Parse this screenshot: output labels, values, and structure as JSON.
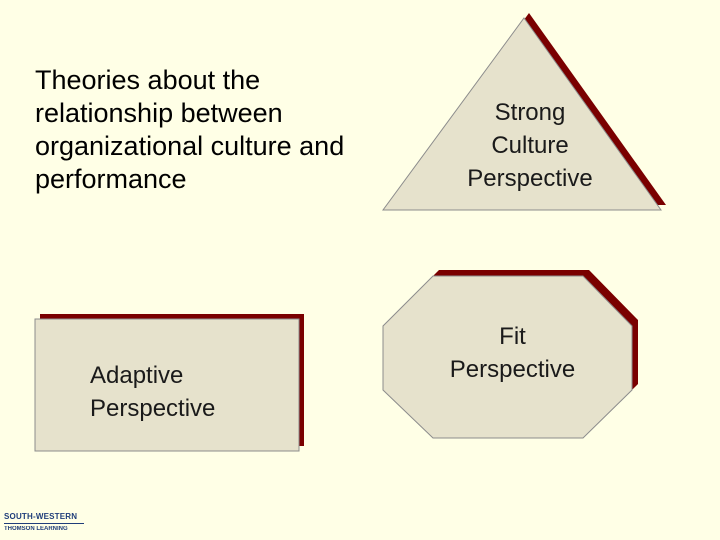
{
  "heading": "Theories about the relationship between organizational culture and performance",
  "shapes": {
    "strong": {
      "line1": "Strong",
      "line2": "Culture",
      "line3": "Perspective"
    },
    "fit": {
      "line1": "Fit",
      "line2": "Perspective"
    },
    "adaptive": {
      "line1": "Adaptive",
      "line2": "Perspective"
    }
  },
  "logo": {
    "line1": "SOUTH-WESTERN",
    "line2": "THOMSON LEARNING"
  },
  "colors": {
    "background": "#FFFFE6",
    "shape_fill": "#E6E2CC",
    "shape_shadow": "#7A0000",
    "shape_border": "#8C8C8C"
  }
}
